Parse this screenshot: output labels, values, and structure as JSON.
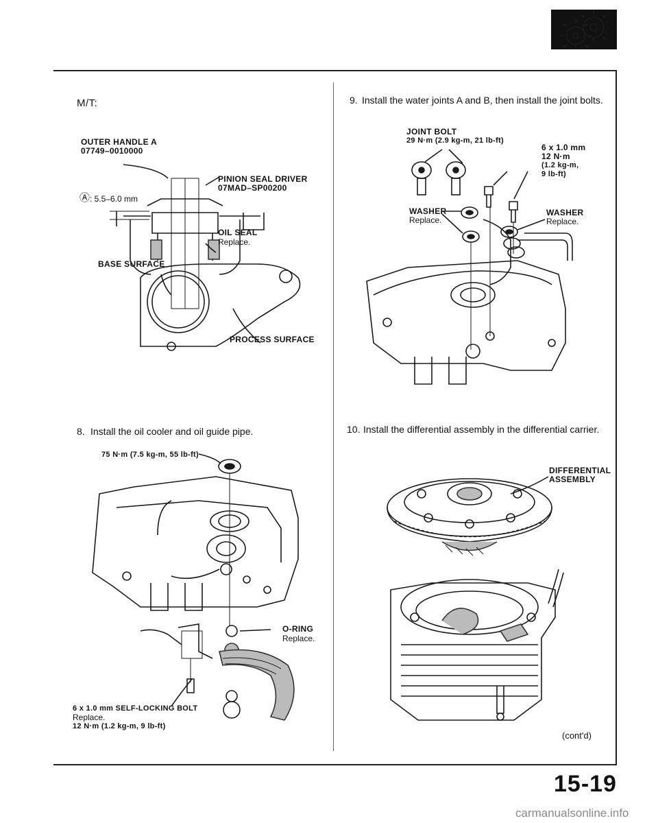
{
  "page_number": "15-19",
  "watermark": "carmanualsonline.info",
  "left": {
    "heading": "M/T:",
    "diagram1": {
      "outer_handle_name": "OUTER HANDLE A",
      "outer_handle_part": "07749–0010000",
      "dimension_symbol": "Ⓐ",
      "dimension_value": ": 5.5–6.0 mm",
      "pinion_driver_name": "PINION SEAL DRIVER",
      "pinion_driver_part": "07MAD–SP00200",
      "oil_seal_name": "OIL SEAL",
      "oil_seal_note": "Replace.",
      "base_surface": "BASE SURFACE",
      "process_surface": "PROCESS SURFACE"
    },
    "step8": {
      "number": "8.",
      "text": "Install the oil cooler and oil guide pipe."
    },
    "diagram2": {
      "torque_top": "75 N·m (7.5 kg-m, 55 lb-ft)",
      "oring_name": "O-RING",
      "oring_note": "Replace.",
      "bolt_name": "6 x 1.0 mm SELF-LOCKING BOLT",
      "bolt_note": "Replace.",
      "bolt_torque": "12 N·m (1.2 kg-m, 9 lb-ft)"
    }
  },
  "right": {
    "step9": {
      "number": "9.",
      "text": "Install the water joints A and B, then install the joint bolts."
    },
    "diagram3": {
      "joint_bolt_name": "JOINT BOLT",
      "joint_bolt_torque": "29 N·m (2.9 kg-m, 21 lb-ft)",
      "small_bolt_size": "6 x 1.0 mm",
      "small_bolt_torque1": "12 N·m",
      "small_bolt_torque2": "(1.2 kg-m,",
      "small_bolt_torque3": "9 lb-ft)",
      "washer_left_name": "WASHER",
      "washer_left_note": "Replace.",
      "washer_right_name": "WASHER",
      "washer_right_note": "Replace."
    },
    "step10": {
      "number": "10.",
      "text": "Install the differential assembly in the differential carrier."
    },
    "diagram4": {
      "diff_name1": "DIFFERENTIAL",
      "diff_name2": "ASSEMBLY",
      "contd": "(cont'd)"
    }
  }
}
